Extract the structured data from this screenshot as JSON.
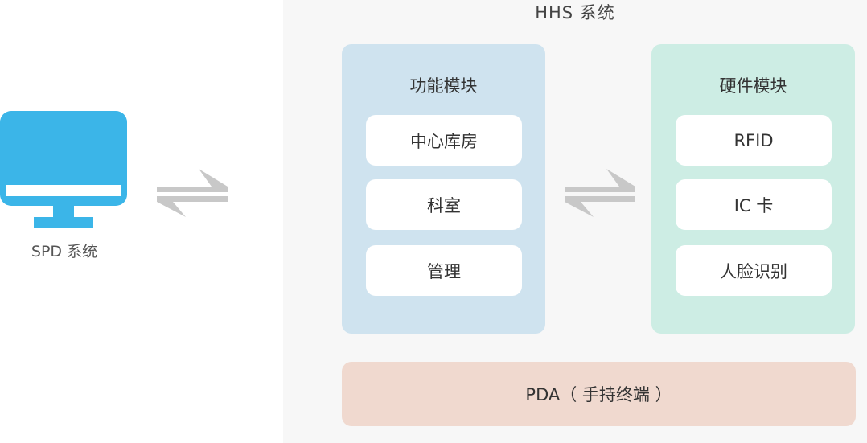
{
  "spd": {
    "label": "SPD 系统"
  },
  "hhs": {
    "title": "HHS 系统",
    "function_module": {
      "title": "功能模块",
      "items": [
        "中心库房",
        "科室",
        "管理"
      ]
    },
    "hardware_module": {
      "title": "硬件模块",
      "items": [
        "RFID",
        "IC 卡",
        "人脸识别"
      ]
    },
    "pda": {
      "label": "PDA（ 手持终端 ）"
    }
  },
  "icons": {
    "computer": "monitor-icon",
    "exchange": "bidirectional-arrows-icon"
  },
  "colors": {
    "monitor": "#3bb5e8",
    "arrows": "#c8c8c8",
    "function_module_bg": "#cfe3ef",
    "hardware_module_bg": "#cdede4",
    "pda_bg": "#f0d9cf",
    "hhs_bg": "#f7f7f7"
  }
}
